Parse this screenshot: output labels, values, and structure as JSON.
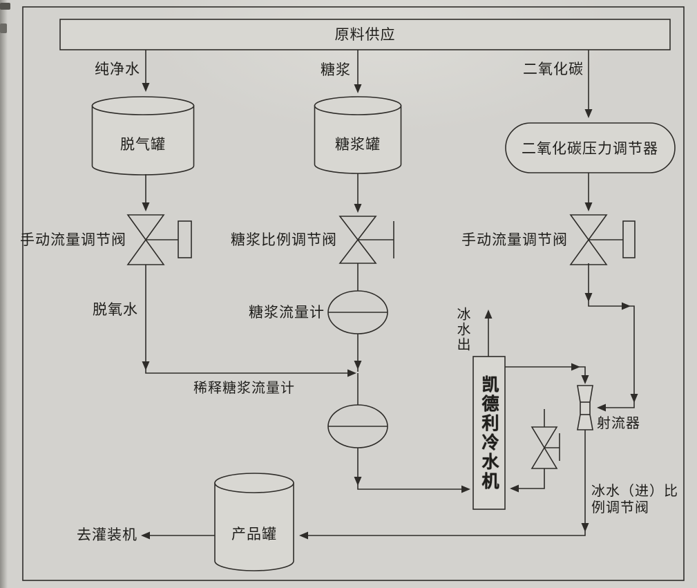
{
  "colors": {
    "background": "#d3d2ce",
    "line": "#2e2c29",
    "shape_fill": "#d8d7d2",
    "text": "#1f1e1b"
  },
  "diagram": {
    "supply": {
      "label": "原料供应"
    },
    "water": {
      "feed_label": "纯净水",
      "tank_label": "脱气罐",
      "valve_label": "手动流量调节阀",
      "stream_label": "脱氧水"
    },
    "syrup": {
      "feed_label": "糖浆",
      "tank_label": "糖浆罐",
      "valve_label": "糖浆比例调节阀",
      "meter_label": "糖浆流量计"
    },
    "co2": {
      "feed_label": "二氧化碳",
      "regulator_label": "二氧化碳压力调节器",
      "valve_label": "手动流量调节阀"
    },
    "mixing": {
      "diluted_meter_label": "稀释糖浆流量计"
    },
    "chiller": {
      "name_label": "凯德利冷水机",
      "ice_water_out_label": "冰水出",
      "ice_water_in_valve_label": "冰水（进）比\n例调节阀"
    },
    "ejector": {
      "label": "射流器"
    },
    "product": {
      "tank_label": "产品罐",
      "to_filler_label": "去灌装机"
    }
  }
}
